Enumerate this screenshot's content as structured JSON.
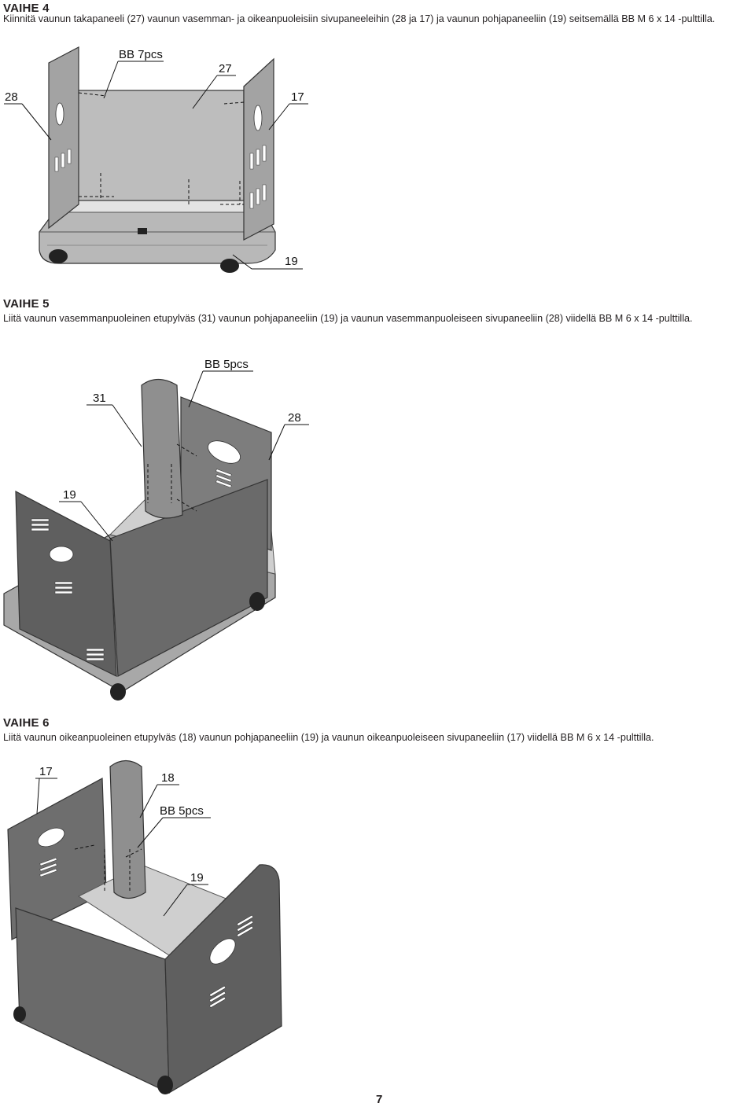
{
  "steps": [
    {
      "title": "VAIHE 4",
      "text": "Kiinnitä vaunun takapaneeli (27) vaunun vasemman- ja oikeanpuoleisiin sivupaneeleihin (28 ja 17) ja vaunun pohjapaneeliin (19) seitsemällä BB M 6 x 14 -pulttilla.",
      "callouts": {
        "bolts": "BB 7pcs",
        "back": "27",
        "left": "28",
        "right": "17",
        "base": "19"
      }
    },
    {
      "title": "VAIHE 5",
      "text": "Liitä vaunun vasemmanpuoleinen etupylväs (31) vaunun pohjapaneeliin (19) ja vaunun vasemmanpuoleiseen sivupaneeliin (28) viidellä BB M 6 x 14 -pulttilla.",
      "callouts": {
        "bolts": "BB 5pcs",
        "post": "31",
        "side": "28",
        "base": "19"
      }
    },
    {
      "title": "VAIHE 6",
      "text": "Liitä vaunun oikeanpuoleinen etupylväs (18) vaunun pohjapaneeliin (19) ja vaunun oikeanpuoleiseen sivupaneeliin (17) viidellä BB M 6 x 14 -pulttilla.",
      "callouts": {
        "side": "17",
        "post": "18",
        "bolts": "BB 5pcs",
        "base": "19"
      }
    }
  ],
  "page_number": "7"
}
